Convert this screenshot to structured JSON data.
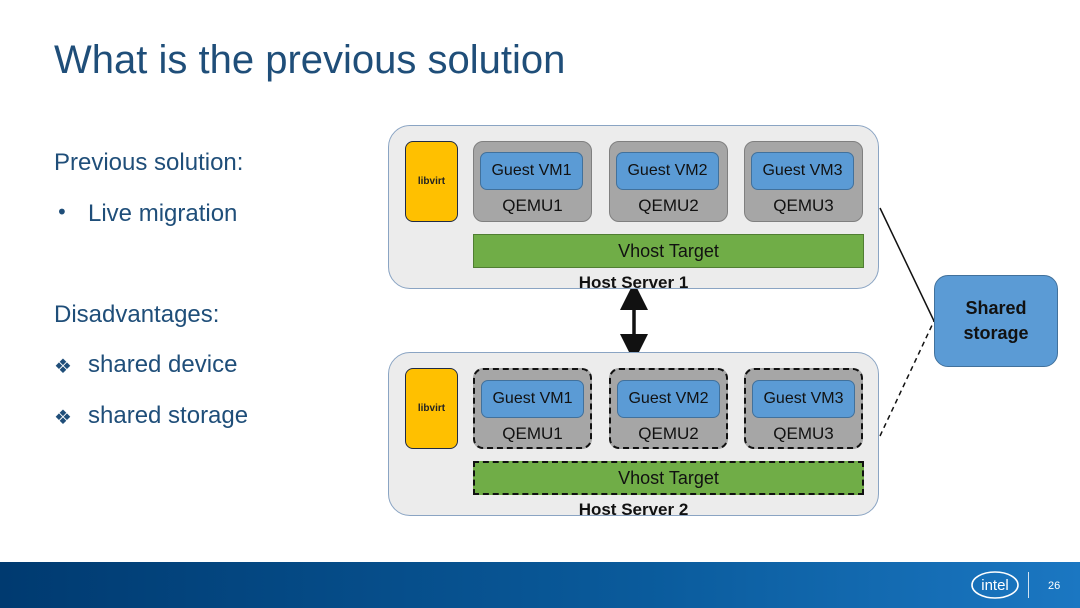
{
  "slide": {
    "title": "What is the previous solution",
    "page_number": "26"
  },
  "left": {
    "previous_heading": "Previous solution:",
    "previous_bullet_symbol": "•",
    "previous_item": "Live migration",
    "disadvantages_heading": "Disadvantages:",
    "disadvantage_bullet_symbol": "❖",
    "disadvantages": [
      "shared device",
      "shared storage"
    ]
  },
  "diagram": {
    "host1": {
      "label": "Host Server 1",
      "libvirt": "libvirt",
      "qemus": [
        {
          "vm": "Guest VM1",
          "qemu": "QEMU1"
        },
        {
          "vm": "Guest VM2",
          "qemu": "QEMU2"
        },
        {
          "vm": "Guest VM3",
          "qemu": "QEMU3"
        }
      ],
      "vhost": "Vhost Target"
    },
    "host2": {
      "label": "Host Server 2",
      "libvirt": "libvirt",
      "qemus": [
        {
          "vm": "Guest VM1",
          "qemu": "QEMU1"
        },
        {
          "vm": "Guest VM2",
          "qemu": "QEMU2"
        },
        {
          "vm": "Guest VM3",
          "qemu": "QEMU3"
        }
      ],
      "vhost": "Vhost Target"
    },
    "storage": {
      "line1": "Shared",
      "line2": "storage"
    }
  },
  "footer": {
    "logo_text": "intel"
  },
  "colors": {
    "title": "#1f4e79",
    "host_fill": "#ececec",
    "libvirt": "#ffc000",
    "qemu": "#a6a6a6",
    "vm": "#5b9bd5",
    "vhost": "#70ad47",
    "footer": "#003a70"
  }
}
